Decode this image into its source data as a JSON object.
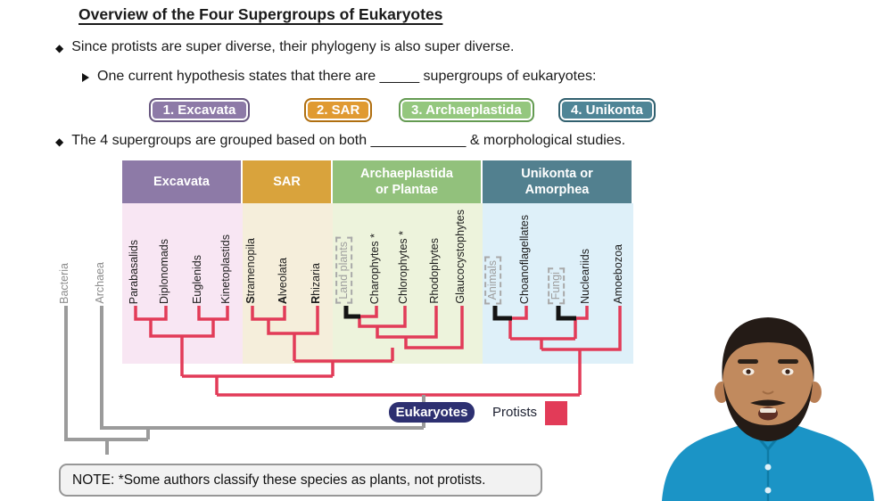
{
  "slide": {
    "title": "Overview of the Four Supergroups of Eukaryotes",
    "bullet1": "Since protists are super diverse, their phylogeny is also super diverse.",
    "sub_bullet": "One current hypothesis states that there are _____ supergroups of eukaryotes:",
    "bullet2": "The 4 supergroups are grouped based on both ____________ & morphological studies."
  },
  "badges": [
    {
      "label": "1. Excavata",
      "fill": "#8d7aa7",
      "border": "#67567f"
    },
    {
      "label": "2. SAR",
      "fill": "#e09a31",
      "border": "#b06f10"
    },
    {
      "label": "3. Archaeplastida",
      "fill": "#94c77e",
      "border": "#649b52"
    },
    {
      "label": "4. Unikonta",
      "fill": "#4f8596",
      "border": "#31606f"
    }
  ],
  "diagram": {
    "groups": [
      {
        "header": "Excavata",
        "header_color": "#8d7aa7",
        "column_color": "#f8e6f3",
        "taxa": [
          {
            "label": "Parabasalids"
          },
          {
            "label": "Diplonomads"
          },
          {
            "label": "Euglenids"
          },
          {
            "label": "Kinetoplastids"
          }
        ]
      },
      {
        "header": "SAR",
        "header_color": "#d9a33c",
        "column_color": "#f5eedb",
        "taxa": [
          {
            "label": "Stramenopila",
            "bold_first": true
          },
          {
            "label": "Alveolata",
            "bold_first": true
          },
          {
            "label": "Rhizaria",
            "bold_first": true
          }
        ]
      },
      {
        "header": "Archaeplastida\nor Plantae",
        "header_color": "#92c17c",
        "column_color": "#edf3dc",
        "taxa": [
          {
            "label": "Land plants",
            "dashed": true
          },
          {
            "label": "Charophytes *"
          },
          {
            "label": "Chlorophytes *"
          },
          {
            "label": "Rhodophytes"
          },
          {
            "label": "Glaucocystophytes"
          }
        ]
      },
      {
        "header": "Unikonta or\nAmorphea",
        "header_color": "#52808f",
        "column_color": "#def0f9",
        "taxa": [
          {
            "label": "Animals",
            "dashed": true
          },
          {
            "label": "Choanoflagellates"
          },
          {
            "label": "Fungi",
            "dashed": true
          },
          {
            "label": "Nucleariids"
          },
          {
            "label": "Amoebozoa"
          }
        ]
      }
    ],
    "outgroups": [
      {
        "label": "Bacteria"
      },
      {
        "label": "Archaea"
      }
    ],
    "root_badge": "Eukaryotes",
    "legend": {
      "label": "Protists",
      "color": "#e23b58"
    },
    "branch_colors": {
      "protist_red": "#e23b58",
      "non_protist_black": "#141414",
      "prokaryote_gray": "#9b9b9b"
    },
    "topology": "(Bacteria,(Archaea,Eukaryotes:((((Parabasalids,Diplonomads),(Euglenids,Kinetoplastids)),((((Land plants,Charophytes),Chlorophytes),Rhodophytes),Glaucocystophytes)+((Stramenopila,Alveolata),Rhizaria)),(((Animals,Choanoflagellates),(Fungi,Nucleariids)),Amoebozoa))))"
  },
  "note": "NOTE: *Some authors classify these species as plants, not protists."
}
